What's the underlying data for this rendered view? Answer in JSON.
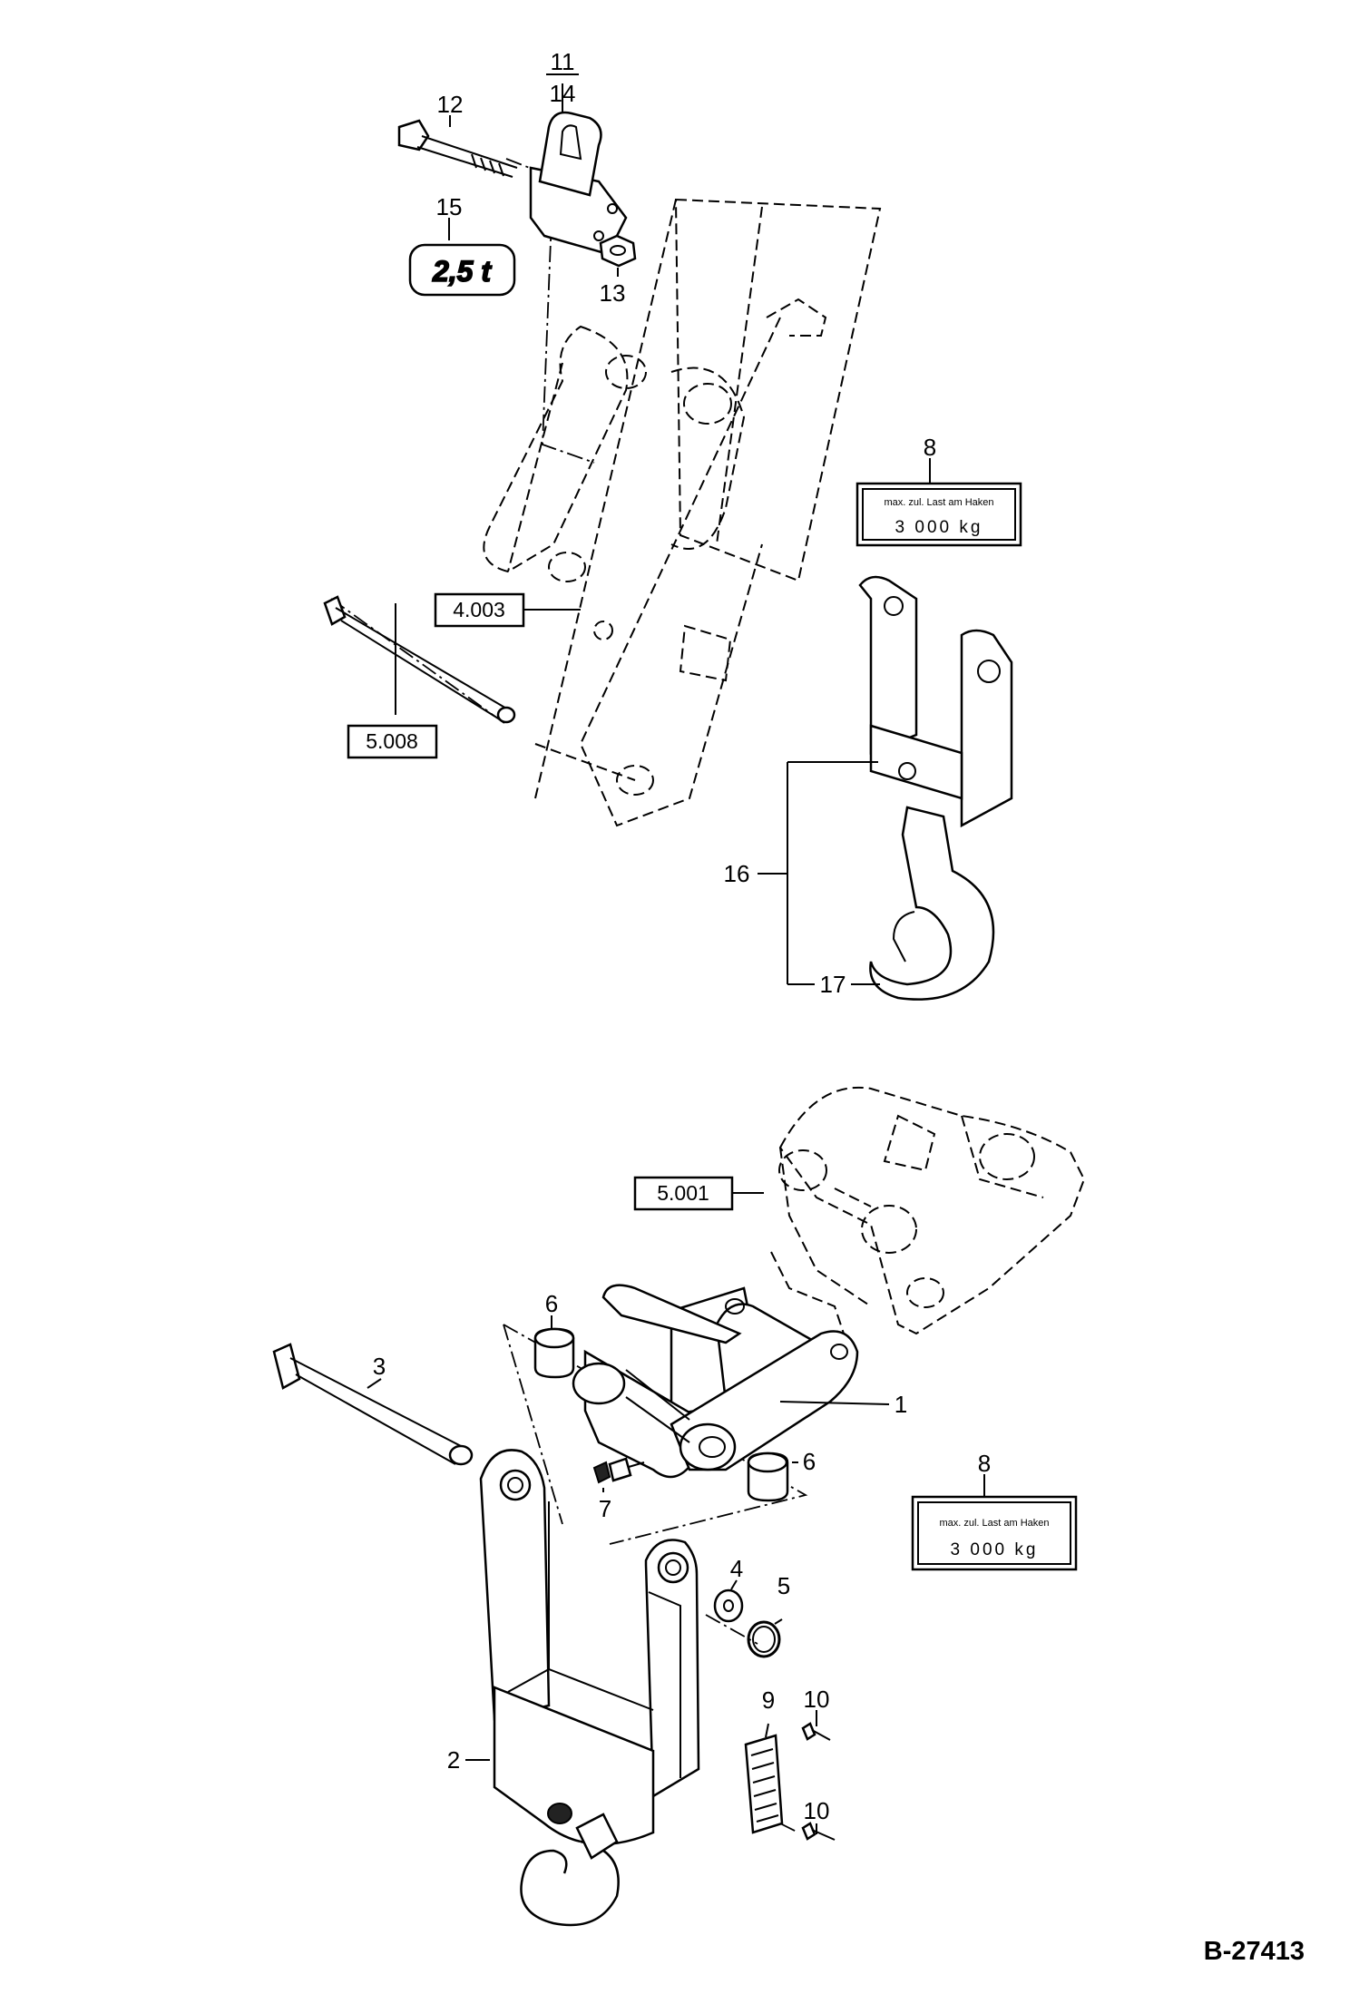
{
  "drawing_number": "B-27413",
  "load_badge": "2,5 t",
  "callouts": {
    "c1": "1",
    "c2": "2",
    "c3": "3",
    "c4": "4",
    "c5": "5",
    "c6a": "6",
    "c6b": "6",
    "c7": "7",
    "c8a": "8",
    "c8b": "8",
    "c9": "9",
    "c10a": "10",
    "c10b": "10",
    "c11": "11",
    "c12": "12",
    "c13": "13",
    "c14": "14",
    "c15": "15",
    "c16": "16",
    "c17": "17"
  },
  "references": {
    "r4003": "4.003",
    "r5008": "5.008",
    "r5001": "5.001"
  },
  "load_plates": [
    {
      "caption": "max. zul. Last am Haken",
      "value": "3 000 kg"
    },
    {
      "caption": "max. zul. Last am Haken",
      "value": "3 000 kg"
    }
  ]
}
